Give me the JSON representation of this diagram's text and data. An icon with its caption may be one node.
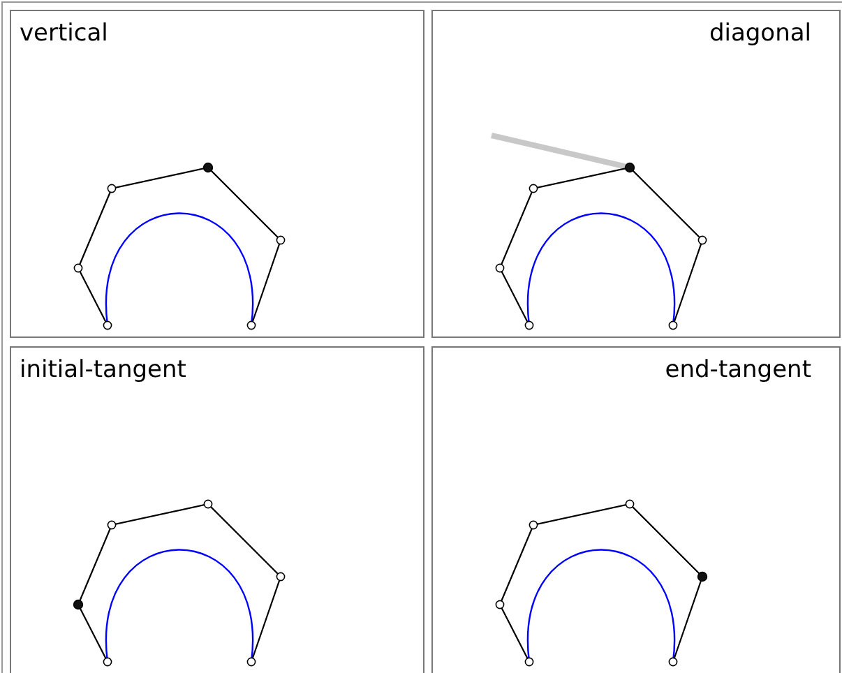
{
  "diagram": {
    "nodes": [
      {
        "text": [
          "vertical"
        ]
      },
      {
        "text": [
          "diagonal"
        ]
      },
      {
        "text": [
          "initial-tangent"
        ]
      },
      {
        "text": [
          "end-tangent"
        ]
      }
    ]
  }
}
